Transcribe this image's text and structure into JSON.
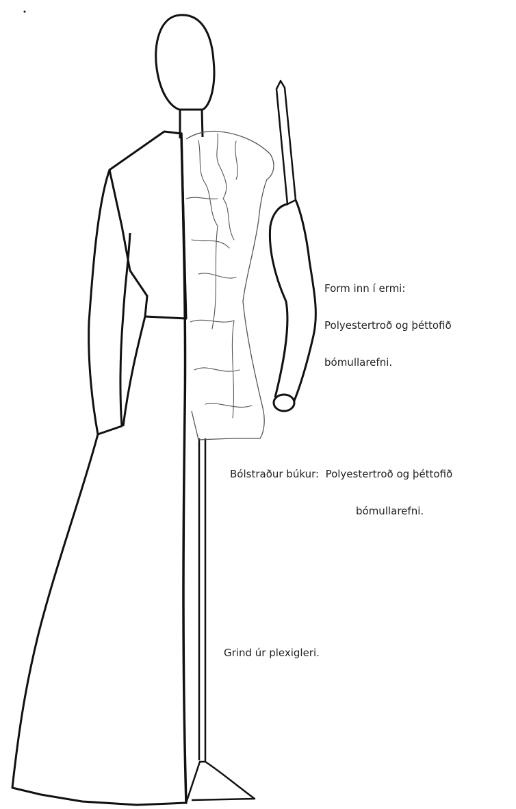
{
  "annotations": {
    "sleeve": {
      "line1": "Form inn í ermi:",
      "line2": "Polyestertroð og þéttofið",
      "line3": "bómullarefni."
    },
    "bodice": {
      "line1": "Bólstraður búkur:  Polyestertroð og þéttofið",
      "line2": "bómullarefni."
    },
    "frame": {
      "line1": "Grind úr plexigleri."
    }
  },
  "colors": {
    "ink": "#111111",
    "fine_ink": "#555555",
    "text": "#222222",
    "paper": "#ffffff"
  }
}
